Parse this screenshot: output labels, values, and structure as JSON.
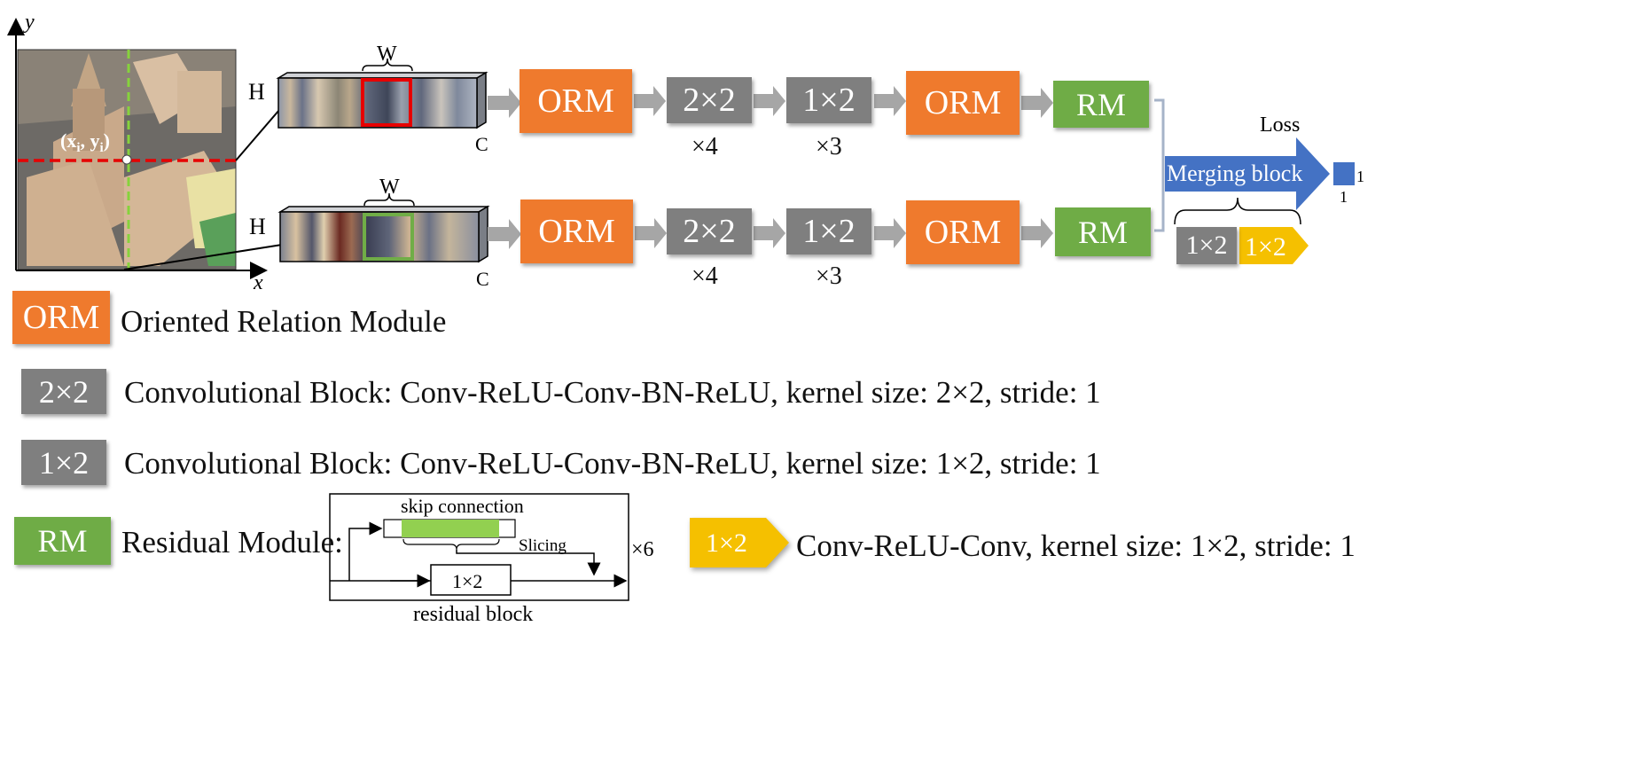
{
  "colors": {
    "orm": "#ef7a2d",
    "conv": "#7f7f7f",
    "rm": "#6fac46",
    "merge": "#4472c4",
    "yellow": "#f5c000",
    "red": "#e60000",
    "green": "#70ad47"
  },
  "axes": {
    "y": "y",
    "x": "x",
    "point": "(x",
    "point_sub_i": "i",
    "point_y": ", y",
    "point_close": ")"
  },
  "strips": {
    "top": {
      "w": "W",
      "h": "H",
      "c": "C"
    },
    "bottom": {
      "w": "W",
      "h": "H",
      "c": "C"
    }
  },
  "pipeline": {
    "top": {
      "orm1": "ORM",
      "conv22": "2×2",
      "mult22": "×4",
      "conv12": "1×2",
      "mult12": "×3",
      "orm2": "ORM",
      "rm": "RM"
    },
    "bottom": {
      "orm1": "ORM",
      "conv22": "2×2",
      "mult22": "×4",
      "conv12": "1×2",
      "mult12": "×3",
      "orm2": "ORM",
      "rm": "RM"
    }
  },
  "merge": {
    "loss": "Loss",
    "label": "Merging block",
    "out_w": "1",
    "out_h": "1",
    "block_a": "1×2",
    "block_b": "1×2"
  },
  "legend": {
    "orm": {
      "box": "ORM",
      "text": "Oriented Relation Module"
    },
    "conv22": {
      "box": "2×2",
      "text": "Convolutional Block: Conv-ReLU-Conv-BN-ReLU, kernel size: 2×2, stride: 1"
    },
    "conv12": {
      "box": "1×2",
      "text": "Convolutional Block: Conv-ReLU-Conv-BN-ReLU, kernel size: 1×2, stride: 1"
    },
    "rm": {
      "box": "RM",
      "text": "Residual Module:"
    },
    "residual": {
      "skip": "skip connection",
      "slicing": "Slicing",
      "conv": "1×2",
      "caption": "residual block",
      "repeat": "×6"
    },
    "yellow": {
      "box": "1×2",
      "text": "Conv-ReLU-Conv, kernel size: 1×2, stride: 1"
    }
  }
}
